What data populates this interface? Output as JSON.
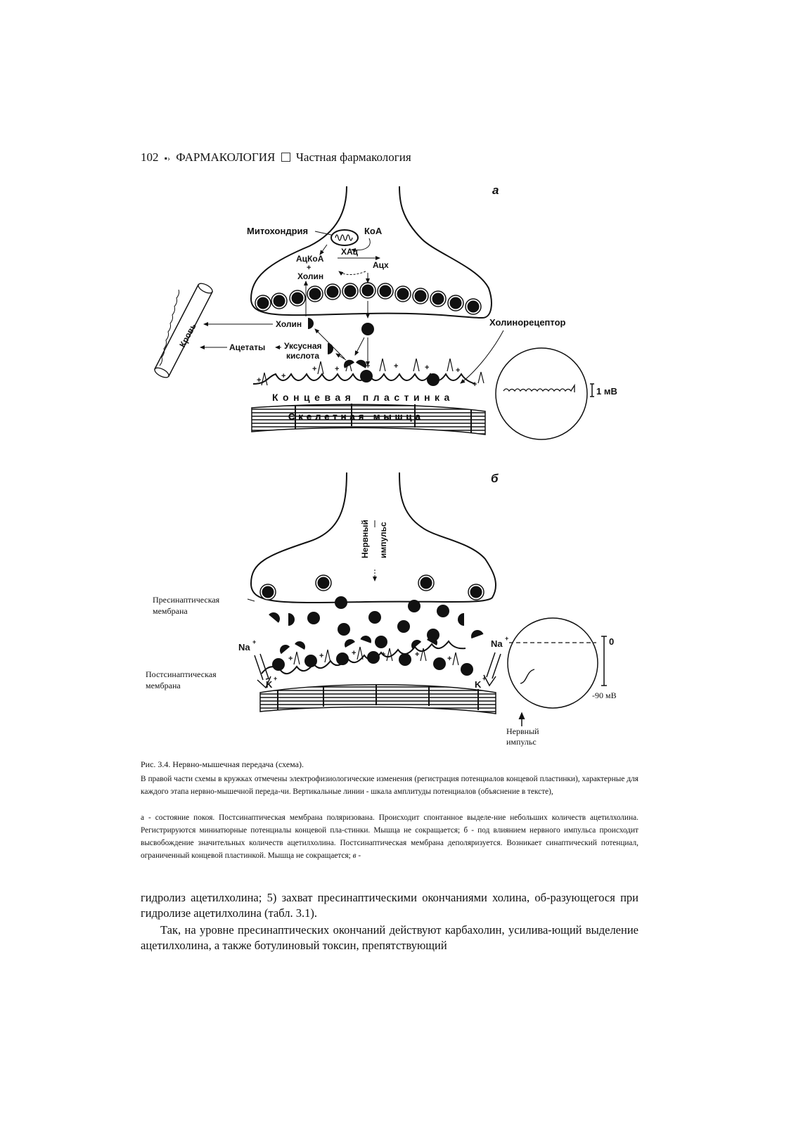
{
  "header": {
    "page_number": "102",
    "book_title": "ФАРМАКОЛОГИЯ",
    "section": "Частная фармакология"
  },
  "figure_a": {
    "panel_label": "а",
    "mitochondria": "Митохондрия",
    "coa": "КоА",
    "chat": "ХАц",
    "acetyl_coa": "АцКоА",
    "plus": "+",
    "choline_in": "Холин",
    "ach": "Ацх",
    "choline": "Холин",
    "blood": "Кровь",
    "acetates": "Ацетаты",
    "acetic_acid_1": "Уксусная",
    "acetic_acid_2": "кислота",
    "cholinoreceptor": "Холинорецептор",
    "end_plate": "Концевая пластинка",
    "skeletal_muscle": "Скелетная мышца",
    "scale": "1 мВ"
  },
  "figure_b": {
    "panel_label": "б",
    "nerve_impulse_vertical_1": "Нервный",
    "nerve_impulse_vertical_2": "импульс",
    "presynaptic_1": "Пресинаптическая",
    "presynaptic_2": "мембрана",
    "postsynaptic_1": "Постсинаптическая",
    "postsynaptic_2": "мембрана",
    "na": "Na",
    "k": "K",
    "zero": "0",
    "minus90": "-90 мВ",
    "nerve_impulse_1": "Нервный",
    "nerve_impulse_2": "импульс"
  },
  "caption": {
    "title": "Рис. 3.4. Нервно-мышечная передача (схема).",
    "para1": "В правой части схемы в кружках отмечены электрофизиологические изменения (регистрация потенциалов концевой пластинки), характерные для каждого этапа нервно-мышечной переда-чи. Вертикальные линии - шкала амплитуды потенциалов (объяснение в тексте),",
    "para2": "а - состояние покоя. Постсинаптическая мембрана поляризована. Происходит спонтанное выделе-ние небольших количеств ацетилхолина. Регистрируются миниатюрные потенциалы концевой пла-стинки. Мышца не сокращается; б - под влиянием нервного импульса происходит высвобождение значительных количеств ацетилхолина. Постсинаптическая мембрана деполяризуется. Возникает синаптический потенциал, ограниченный концевой пластинкой. Мышца не сокращается;",
    "para2_tail": "в -"
  },
  "body": {
    "p1": "гидролиз ацетилхолина; 5) захват пресинаптическими окончаниями холина, об-разующегося при гидролизе ацетилхолина (табл. 3.1).",
    "p2": "Так, на уровне пресинаптических окончаний действуют карбахолин, усилива-ющий выделение ацетилхолина, а также ботулиновый токсин, препятствующий"
  }
}
